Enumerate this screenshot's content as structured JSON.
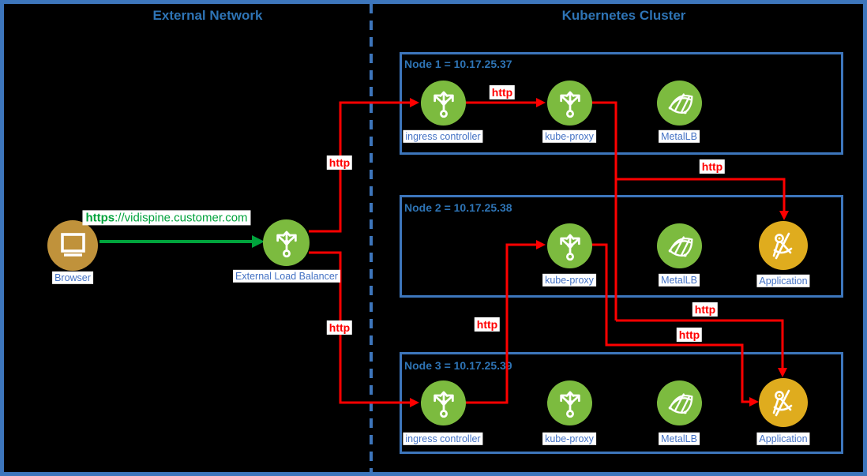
{
  "titles": {
    "external": "External Network",
    "cluster": "Kubernetes Cluster"
  },
  "external": {
    "browser_label": "Browser",
    "load_balancer_label": "External Load Balancer"
  },
  "url": {
    "scheme": "https",
    "rest": "://vidispine.customer.com",
    "full": "https://vidispine.customer.com"
  },
  "labels": {
    "http": "http"
  },
  "nodes": [
    {
      "title": "Node 1 = 10.17.25.37",
      "ip": "10.17.25.37",
      "components": [
        "ingress controller",
        "kube-proxy",
        "MetalLB"
      ]
    },
    {
      "title": "Node 2 = 10.17.25.38",
      "ip": "10.17.25.38",
      "components": [
        "kube-proxy",
        "MetalLB",
        "Application"
      ]
    },
    {
      "title": "Node 3 = 10.17.25.39",
      "ip": "10.17.25.39",
      "components": [
        "ingress controller",
        "kube-proxy",
        "MetalLB",
        "Application"
      ]
    }
  ],
  "edges": [
    {
      "from": "Browser",
      "to": "External Load Balancer",
      "label": "https://vidispine.customer.com"
    },
    {
      "from": "External Load Balancer",
      "to": "Node 1 ingress controller",
      "label": "http"
    },
    {
      "from": "External Load Balancer",
      "to": "Node 3 ingress controller",
      "label": "http"
    },
    {
      "from": "Node 1 ingress controller",
      "to": "Node 1 kube-proxy",
      "label": "http"
    },
    {
      "from": "Node 1 kube-proxy",
      "to": "Node 2 Application",
      "label": "http"
    },
    {
      "from": "Node 1 kube-proxy",
      "to": "Node 3 Application",
      "label": "http"
    },
    {
      "from": "Node 3 ingress controller",
      "to": "Node 2 kube-proxy",
      "label": "http"
    },
    {
      "from": "Node 2 kube-proxy",
      "to": "Node 3 Application",
      "label": "http"
    }
  ],
  "colors": {
    "background": "#000000",
    "border_blue": "#3D76BC",
    "title_blue": "#2E74B5",
    "label_blue": "#4472C4",
    "node_green": "#7CBB3F",
    "browser_gold": "#C0923B",
    "application_gold": "#DFAC1E",
    "edge_red": "#FF0000",
    "edge_green": "#00A33C",
    "chip_bg": "#FFFFFF"
  }
}
